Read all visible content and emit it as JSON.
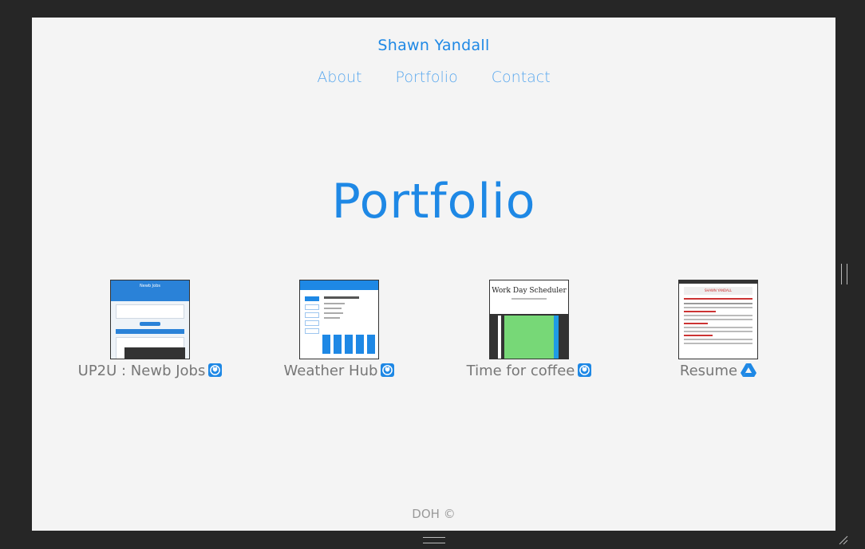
{
  "header": {
    "brand": "Shawn Yandall",
    "nav": [
      "About",
      "Portfolio",
      "Contact"
    ]
  },
  "main": {
    "title": "Portfolio",
    "projects": [
      {
        "label": "UP2U : Newb Jobs",
        "icon": "github-icon"
      },
      {
        "label": "Weather Hub",
        "icon": "github-icon"
      },
      {
        "label": "Time for coffee",
        "icon": "github-icon"
      },
      {
        "label": "Resume",
        "icon": "google-drive-icon"
      }
    ],
    "thumbnails": {
      "newb_jobs_title": "Newb Jobs",
      "scheduler_title": "Work Day Scheduler",
      "resume_name": "SHAWN YANDALL"
    }
  },
  "footer": {
    "text": "DOH ©"
  },
  "colors": {
    "accent": "#1e88e5",
    "nav_link": "#5aa8ee",
    "background": "#f4f4f4",
    "outer": "#262626"
  }
}
